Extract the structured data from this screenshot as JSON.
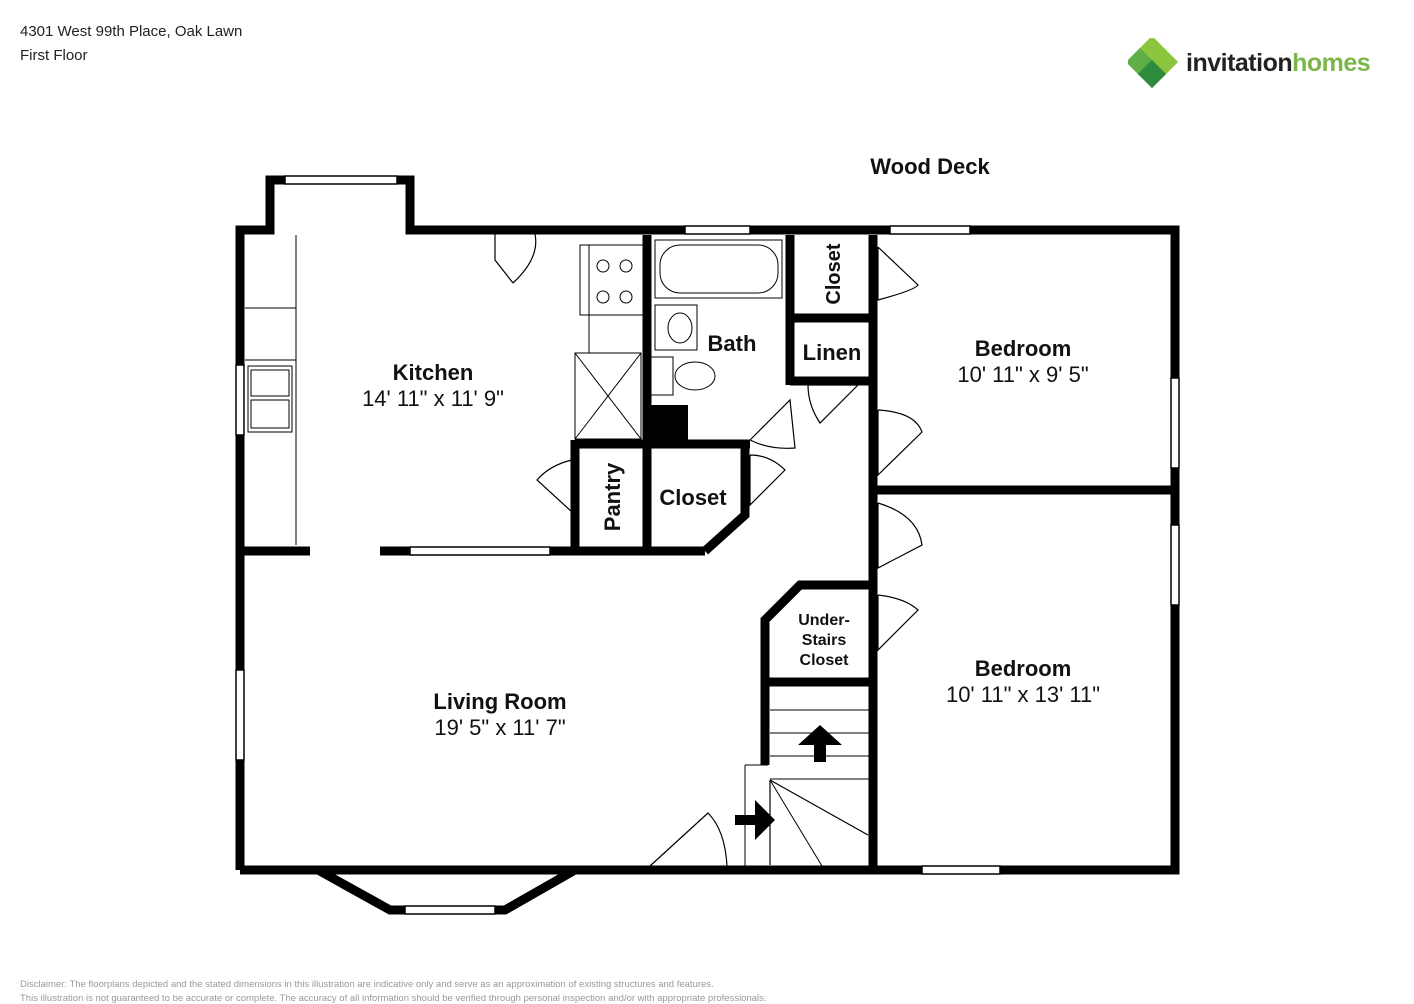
{
  "header": {
    "address": "4301 West 99th Place, Oak Lawn",
    "floor": "First Floor"
  },
  "logo": {
    "part1": "invitation",
    "part2": "homes",
    "color_dark": "#2e8b3e",
    "color_light": "#8cc63f"
  },
  "plan": {
    "outside_label": "Wood Deck",
    "rooms": [
      {
        "name": "Kitchen",
        "dims": "14' 11\" x 11' 9\""
      },
      {
        "name": "Bath"
      },
      {
        "name": "Closet"
      },
      {
        "name": "Linen"
      },
      {
        "name": "Bedroom",
        "dims": "10' 11\" x 9' 5\""
      },
      {
        "name": "Pantry"
      },
      {
        "name": "Closet"
      },
      {
        "name": "Under-"
      },
      {
        "name": "Stairs"
      },
      {
        "name": "Closet"
      },
      {
        "name": "Living Room",
        "dims": "19' 5\" x 11' 7\""
      },
      {
        "name": "Bedroom",
        "dims": "10' 11\" x 13' 11\""
      }
    ]
  },
  "disclaimer": {
    "line1": "Disclaimer: The floorplans depicted and the stated dimensions in this illustration are indicative only and serve as an approximation of existing structures and features.",
    "line2": "This illustration is not guaranteed to be accurate or complete. The accuracy of all information should be verified through personal inspection and/or with appropriate professionals."
  }
}
